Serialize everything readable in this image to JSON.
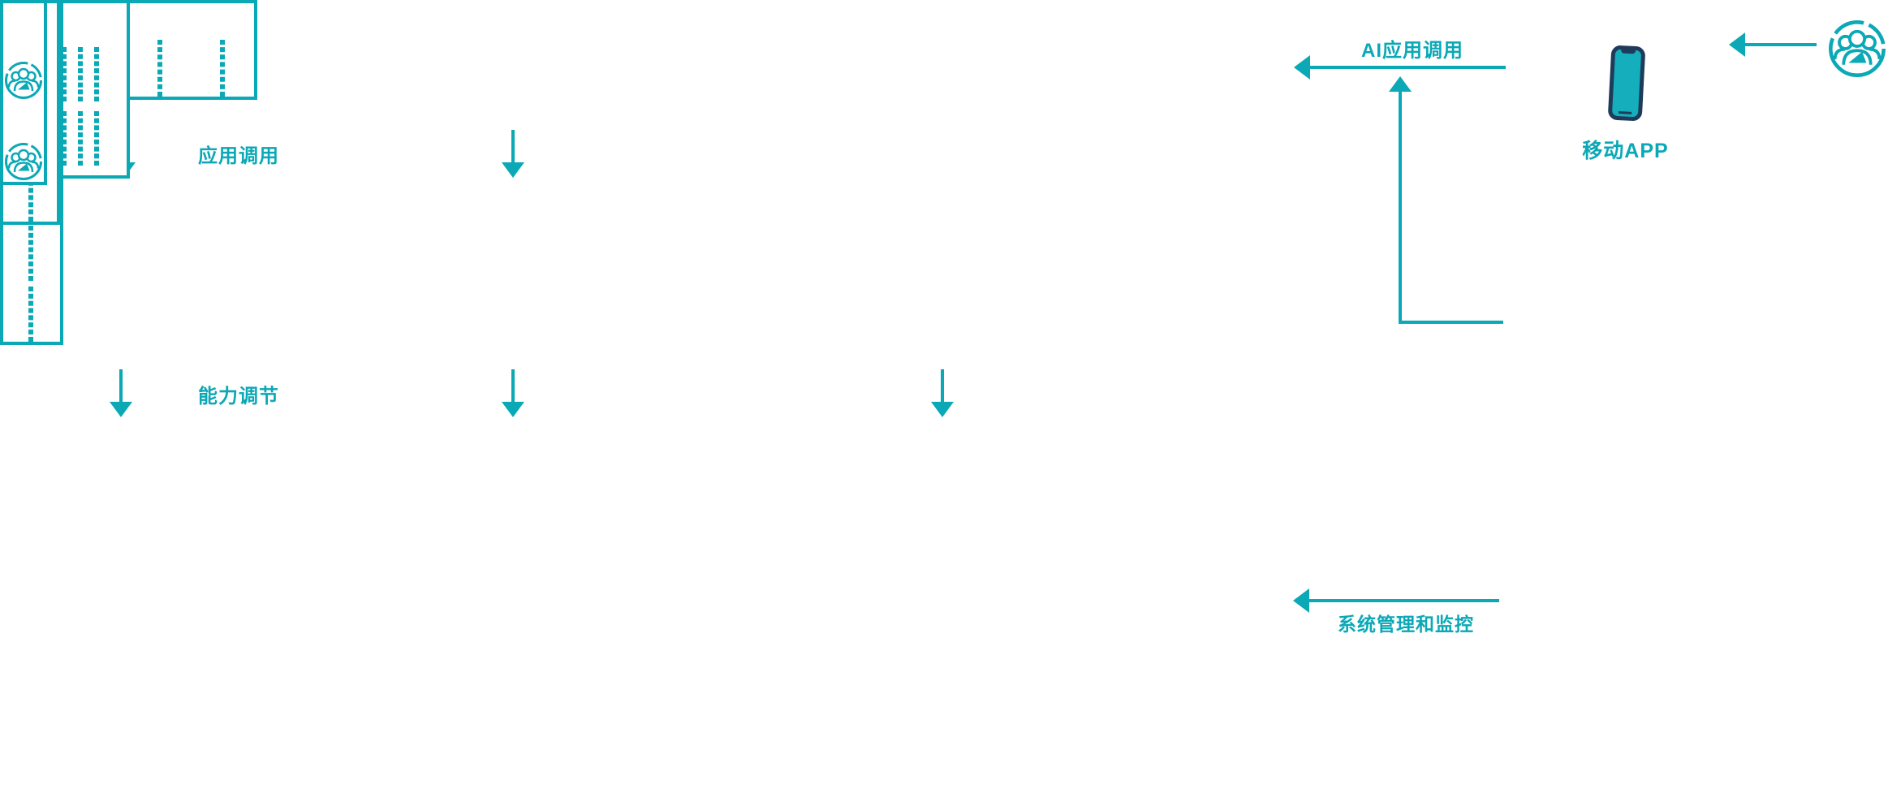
{
  "colors": {
    "teal": "#0ba8b6",
    "navy": "#1f3b5a",
    "phone_screen": "#14aebc"
  },
  "arrows": {
    "app_call": {
      "label": "应用调用"
    },
    "capability_adjust": {
      "label": "能力调节"
    },
    "ai_app_call": {
      "label": "AI应用调用"
    },
    "system_management": {
      "label": "系统管理和监控"
    }
  },
  "boxes": {
    "app_layer": {
      "placeholder_count": 4
    },
    "capability_layer": {
      "rows": 2,
      "cols": 5
    },
    "base_layer": {
      "placeholder_count": 5
    },
    "mobile_app": {
      "label": "移动APP",
      "icon": "smartphone-icon"
    },
    "mini_program": {
      "placeholder_count": 3
    },
    "admin": {
      "icon": "group-user-icon",
      "icon_count": 2
    }
  },
  "icons": {
    "top_right_user": "group-user-icon"
  }
}
